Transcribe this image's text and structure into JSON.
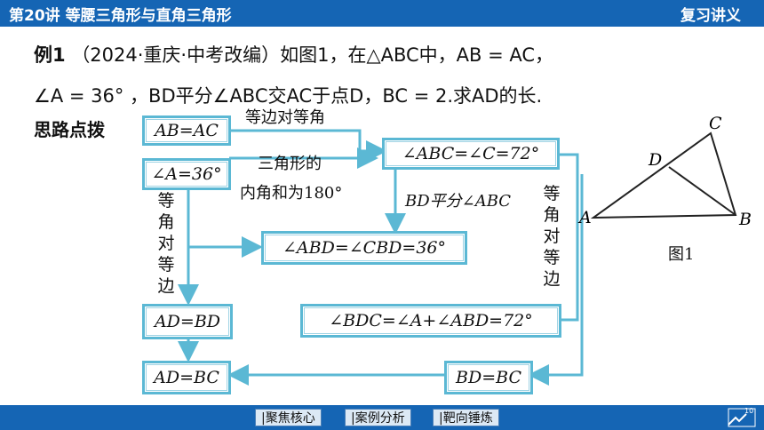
{
  "header": {
    "title": "第20讲   等腰三角形与直角三角形",
    "section": "复习讲义"
  },
  "problem": {
    "label": "例1",
    "line1": "（2024·重庆·中考改编）如图1，在△ABC中，AB = AC，",
    "line2": "∠A = 36° ，BD平分∠ABC交AC于点D，BC = 2.求AD的长."
  },
  "hint_label": "思路点拨",
  "flow": {
    "box_ab_ac": "AB=AC",
    "box_a36": "∠A=36°",
    "box_abc_c": "∠ABC=∠C=72°",
    "box_abd_cbd": "∠ABD=∠CBD=36°",
    "box_ad_bd": "AD=BD",
    "box_bdc": "∠BDC=∠A+∠ABD=72°",
    "box_ad_bc": "AD=BC",
    "box_bd_bc": "BD=BC",
    "lbl_equal_sides": "等边对等角",
    "lbl_triangle_sum_1": "三角形的",
    "lbl_triangle_sum_2": "内角和为180°",
    "lbl_bisect": "BD平分∠ABC",
    "vlbl_left": [
      "等",
      "角",
      "对",
      "等",
      "边"
    ],
    "vlbl_right": [
      "等",
      "角",
      "对",
      "等",
      "边"
    ]
  },
  "figure": {
    "points": {
      "A": "A",
      "B": "B",
      "C": "C",
      "D": "D"
    },
    "caption": "图1"
  },
  "nav": {
    "btn1": "|聚焦核心",
    "btn2": "|案例分析",
    "btn3": "|靶向锤炼",
    "page": "10"
  },
  "colors": {
    "bar": "#1565b4",
    "box_border": "#5bb8d4"
  }
}
